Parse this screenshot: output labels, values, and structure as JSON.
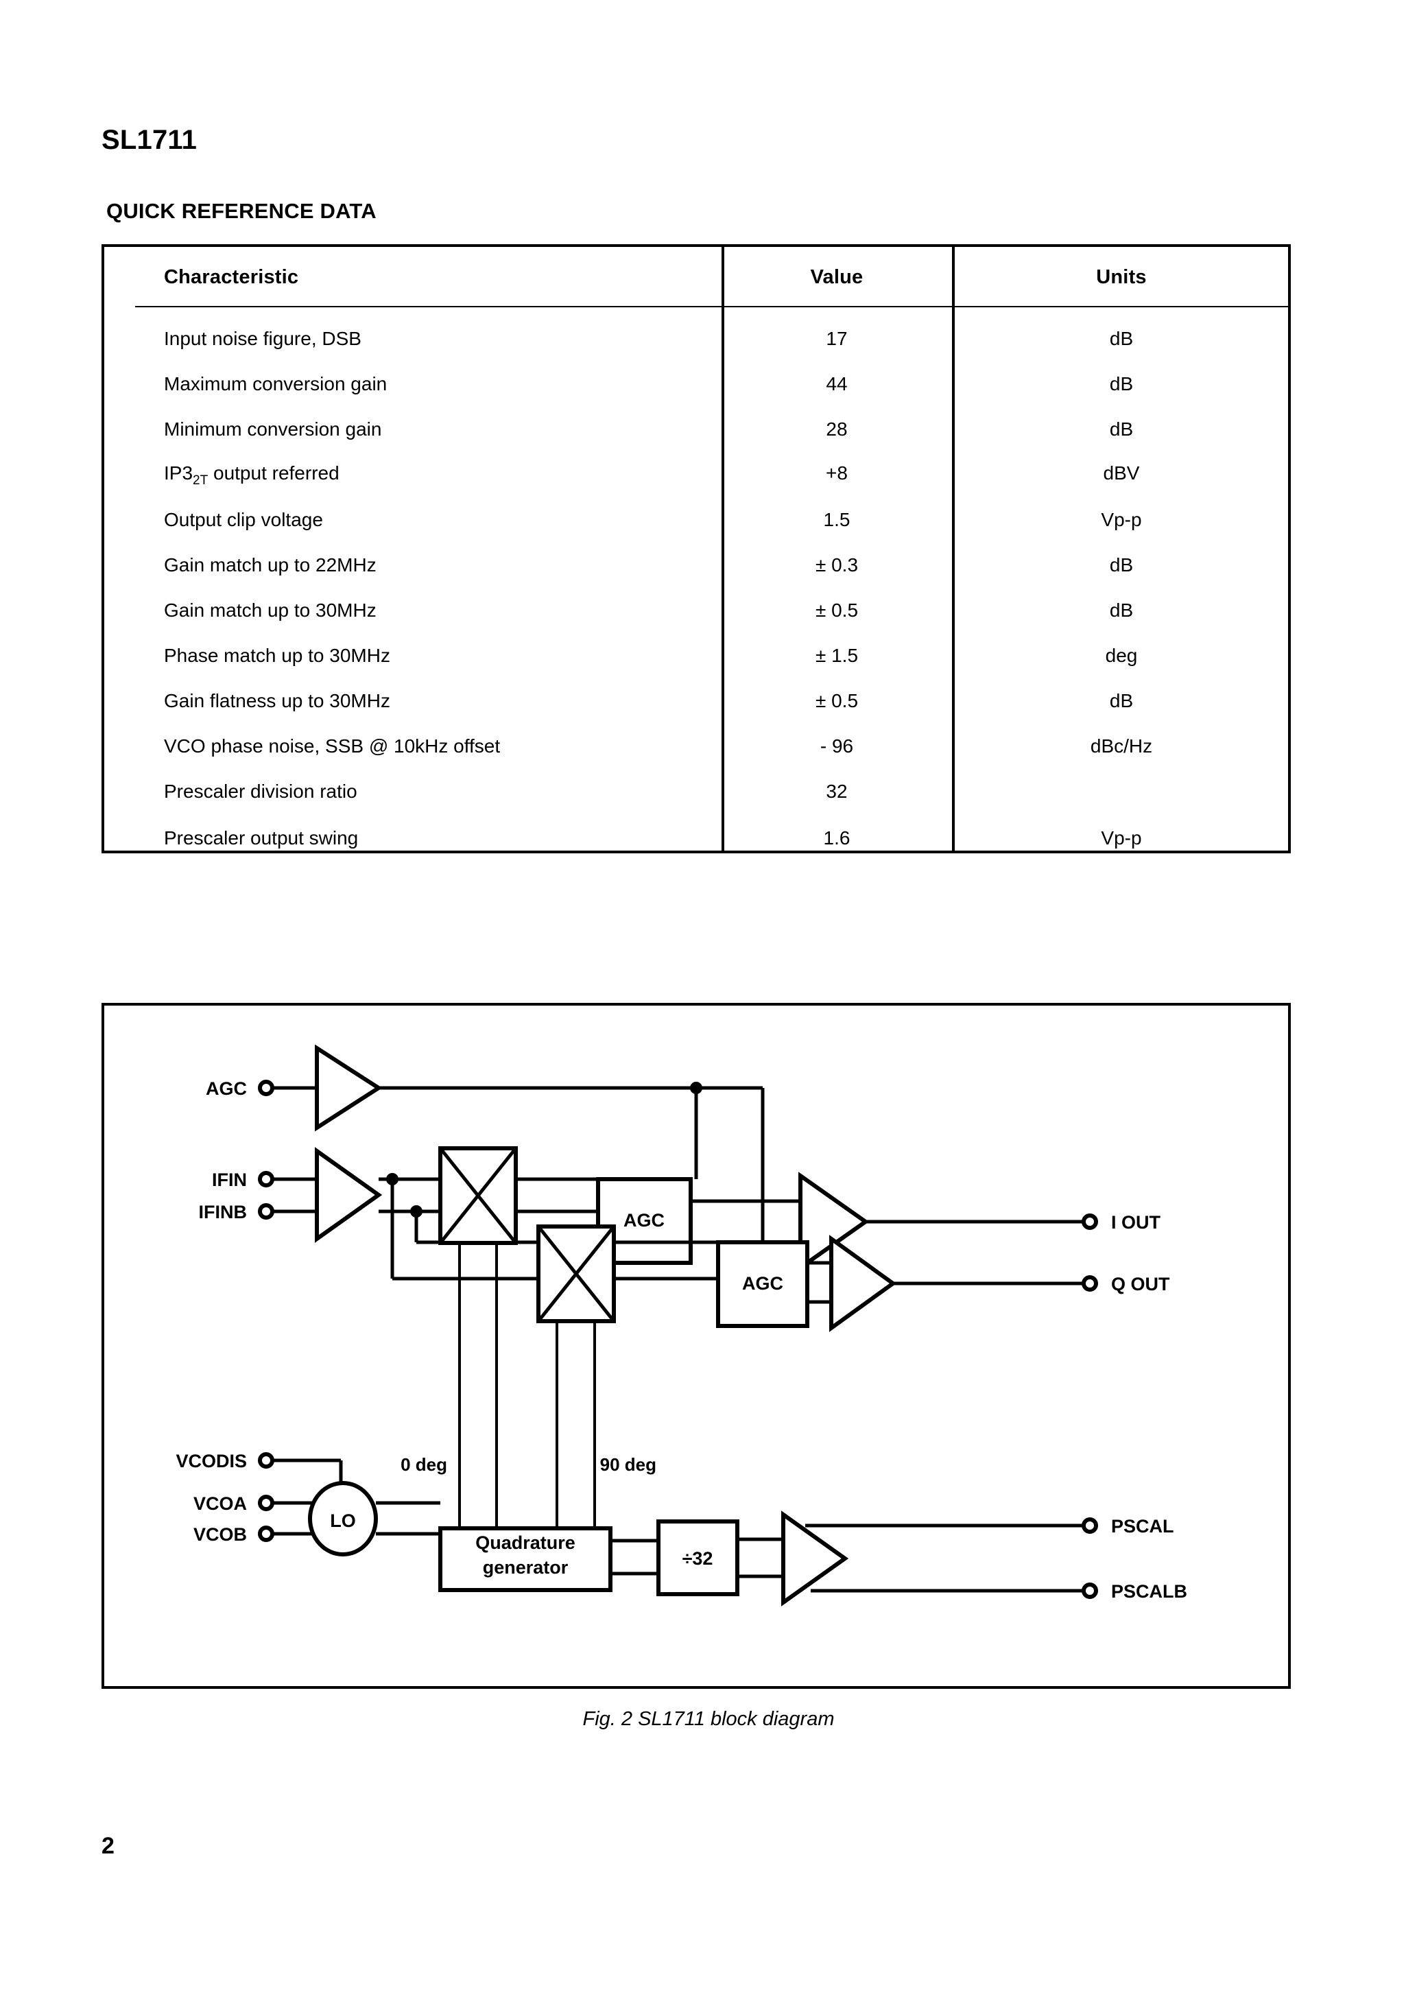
{
  "document": {
    "part_number": "SL1711",
    "section_heading": "QUICK REFERENCE DATA",
    "page_number": "2"
  },
  "table": {
    "columns": [
      "Characteristic",
      "Value",
      "Units"
    ],
    "rows": [
      {
        "characteristic": "Input noise figure, DSB",
        "value": "17",
        "units": "dB"
      },
      {
        "characteristic": "Maximum conversion gain",
        "value": "44",
        "units": "dB"
      },
      {
        "characteristic": "Minimum conversion gain",
        "value": "28",
        "units": "dB"
      },
      {
        "characteristic": "IP3",
        "characteristic_sub": "2T",
        "characteristic_tail": " output referred",
        "value": "+8",
        "units": "dBV"
      },
      {
        "characteristic": "Output clip voltage",
        "value": "1.5",
        "units": "Vp-p"
      },
      {
        "characteristic": "Gain match up to 22MHz",
        "value": "± 0.3",
        "units": "dB"
      },
      {
        "characteristic": "Gain match up to 30MHz",
        "value": "±  0.5",
        "units": "dB"
      },
      {
        "characteristic": "Phase match up to 30MHz",
        "value": "± 1.5",
        "units": "deg"
      },
      {
        "characteristic": "Gain flatness up to 30MHz",
        "value": "±  0.5",
        "units": "dB"
      },
      {
        "characteristic": "VCO phase noise, SSB @ 10kHz offset",
        "value": "- 96",
        "units": "dBc/Hz"
      },
      {
        "characteristic": "Prescaler division ratio",
        "value": "32",
        "units": ""
      },
      {
        "characteristic": "Prescaler output swing",
        "value": "1.6",
        "units": "Vp-p"
      }
    ]
  },
  "figure": {
    "caption": "Fig. 2  SL1711  block diagram",
    "input_pins": [
      "AGC",
      "IFIN",
      "IFINB",
      "VCODIS",
      "VCOA",
      "VCOB"
    ],
    "output_pins": [
      "I OUT",
      "Q OUT",
      "PSCAL",
      "PSCALB"
    ],
    "blocks": {
      "agc_i": "AGC",
      "agc_q": "AGC",
      "lo": "LO",
      "quadrature_line1": "Quadrature",
      "quadrature_line2": "generator",
      "divider": "÷32"
    },
    "phase_labels": {
      "zero": "0 deg",
      "ninety": "90 deg"
    }
  }
}
